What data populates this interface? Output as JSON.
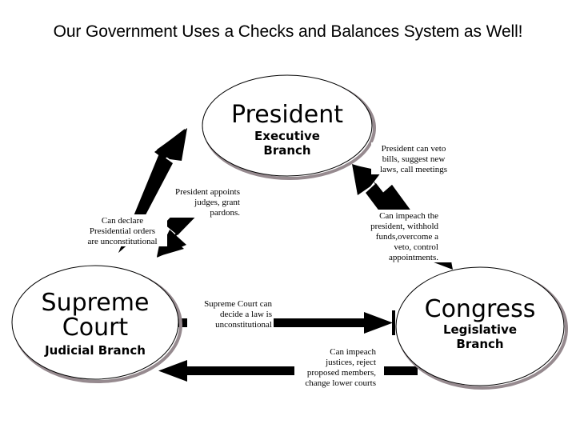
{
  "slide": {
    "title": "Our Government Uses a Checks and Balances System as Well!",
    "background_color": "#ffffff"
  },
  "diagram": {
    "type": "cycle-diagram",
    "shape_fill": "#ffffff",
    "shape_outline_color": "#000000",
    "shape_shadow_color": "#968a8f",
    "arrow_color": "#000000",
    "nodes": [
      {
        "id": "president",
        "title": "President",
        "subtitle_line1": "Executive",
        "subtitle_line2": "Branch",
        "position": "top-center"
      },
      {
        "id": "supreme-court",
        "title_line1": "Supreme",
        "title_line2": "Court",
        "subtitle_line1": "Judicial Branch",
        "position": "bottom-left"
      },
      {
        "id": "congress",
        "title": "Congress",
        "subtitle_line1": "Legislative",
        "subtitle_line2": "Branch",
        "position": "bottom-right"
      }
    ],
    "edges": [
      {
        "id": "president-to-supreme-court",
        "from": "president",
        "to": "supreme-court",
        "lines": [
          "President appoints",
          "judges, grant",
          "pardons."
        ]
      },
      {
        "id": "supreme-court-to-president",
        "from": "supreme-court",
        "to": "president",
        "lines": [
          "Can declare",
          "Presidential orders",
          "are unconstitutional"
        ]
      },
      {
        "id": "president-to-congress",
        "from": "president",
        "to": "congress",
        "lines": [
          "President can veto",
          "bills, suggest new",
          "laws, call meetings"
        ]
      },
      {
        "id": "congress-to-president",
        "from": "congress",
        "to": "president",
        "lines": [
          "Can impeach the",
          "president, withhold",
          "funds,overcome a",
          "veto, control",
          "appointments."
        ]
      },
      {
        "id": "supreme-court-to-congress",
        "from": "supreme-court",
        "to": "congress",
        "lines": [
          "Supreme Court can",
          "decide a law is",
          "unconstitutional"
        ]
      },
      {
        "id": "congress-to-supreme-court",
        "from": "congress",
        "to": "supreme-court",
        "lines": [
          "Can impeach",
          "justices, reject",
          "proposed members,",
          "change lower courts"
        ]
      }
    ]
  }
}
